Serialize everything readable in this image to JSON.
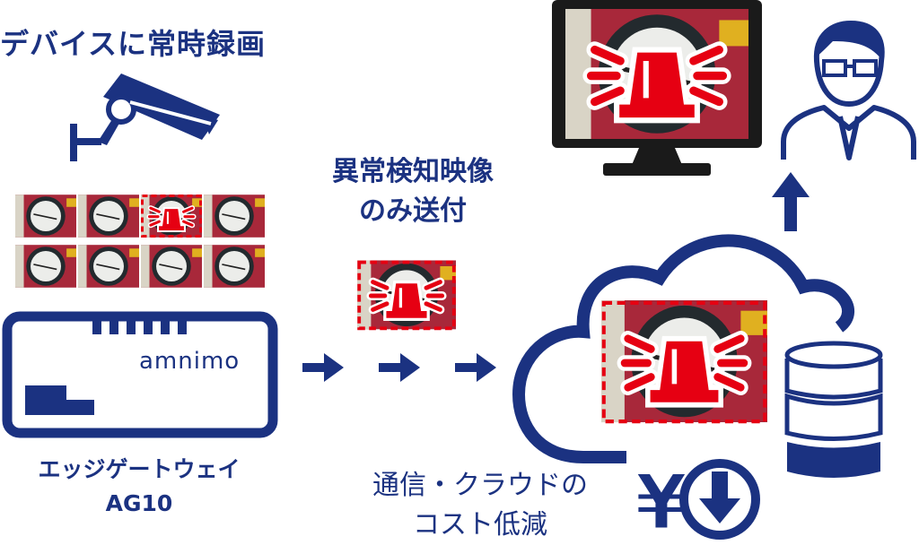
{
  "title": "デバイスに常時録画",
  "middle_caption": [
    "異常検知映像",
    "のみ送付"
  ],
  "gateway": {
    "label": "エッジゲートウェイ",
    "model": "AG10",
    "brand": "amnimo"
  },
  "cost_caption": [
    "通信・クラウドの",
    "コスト低減"
  ],
  "icons": [
    "security-camera-icon",
    "gateway-device-icon",
    "arrow-right-icon",
    "cloud-icon",
    "database-icon",
    "yen-down-icon",
    "monitor-icon",
    "arrow-up-icon",
    "operator-person-icon",
    "alarm-light-icon"
  ],
  "colors": {
    "navy": "#1b3281",
    "alert_red": "#e60012"
  },
  "thumbnails": {
    "count": 8,
    "alert_index": 2
  }
}
